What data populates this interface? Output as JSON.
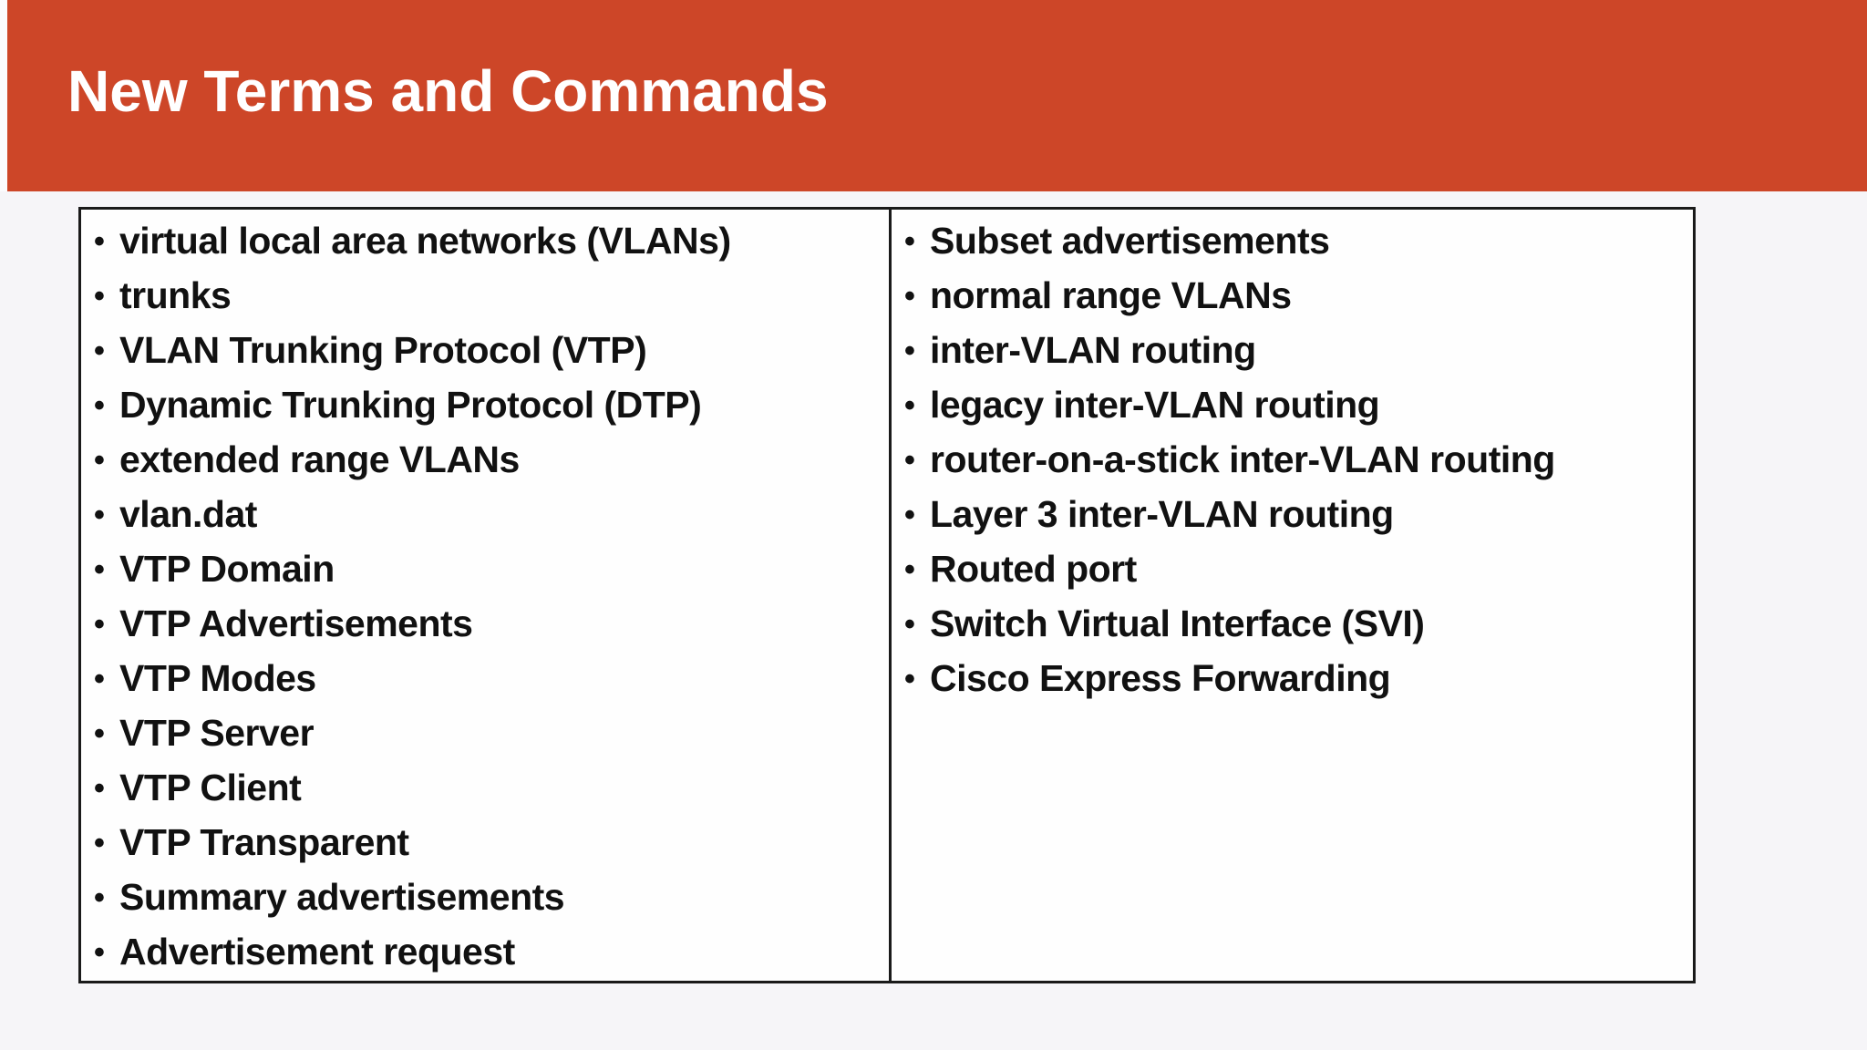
{
  "title": "New Terms and Commands",
  "colors": {
    "banner": "#CD4628",
    "background": "#F6F5F8",
    "table_background": "#FEFEFE",
    "table_border": "#1A1A1A",
    "body_text": "#111111",
    "title_text": "#FFFFFF"
  },
  "table": {
    "bullet": "•",
    "left_column": [
      "virtual local area networks (VLANs)",
      "trunks",
      "VLAN Trunking Protocol (VTP)",
      "Dynamic Trunking Protocol (DTP)",
      "extended range VLANs",
      "vlan.dat",
      "VTP Domain",
      "VTP Advertisements",
      "VTP Modes",
      "VTP Server",
      "VTP Client",
      "VTP Transparent",
      "Summary advertisements",
      "Advertisement request"
    ],
    "right_column": [
      "Subset advertisements",
      "normal range VLANs",
      "inter-VLAN routing",
      "legacy inter-VLAN routing",
      "router-on-a-stick inter-VLAN routing",
      "Layer 3 inter-VLAN routing",
      "Routed port",
      "Switch Virtual Interface (SVI)",
      "Cisco Express Forwarding"
    ]
  }
}
